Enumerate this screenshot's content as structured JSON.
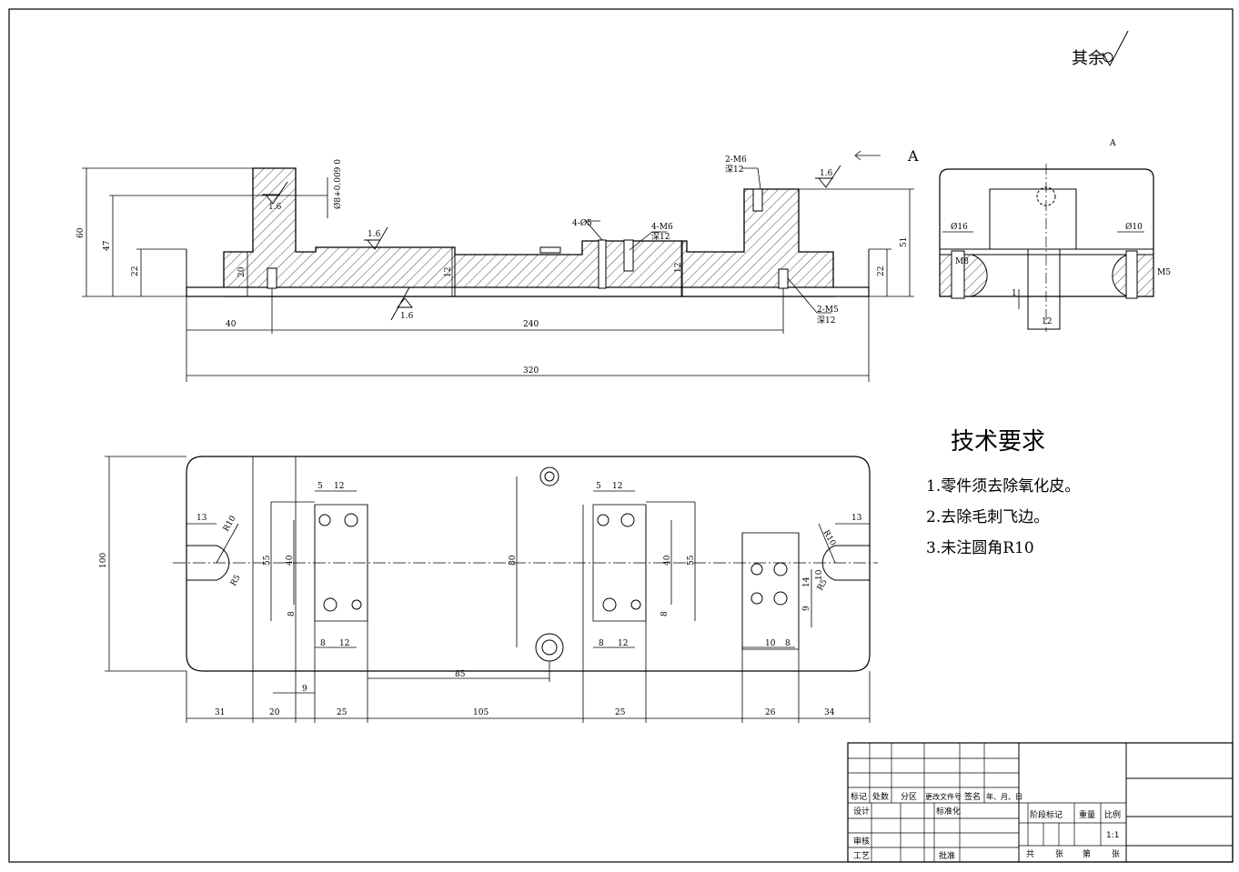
{
  "surface_note": "其余",
  "section_label": "A",
  "view_arrow_label": "A",
  "roughness": "1.6",
  "front_view": {
    "callouts": {
      "m6_top": [
        "2-M6",
        "深12"
      ],
      "holes_d5": "4-Ø5",
      "m6_mid": [
        "4-M6",
        "深12"
      ],
      "m5_bottom": [
        "2-M5",
        "深12"
      ]
    },
    "dims": {
      "h60": "60",
      "h47": "47",
      "h22_left": "22",
      "h22_right": "22",
      "h51": "51",
      "slot": "Ø8+0.009 0",
      "w40": "40",
      "w240": "240",
      "w320": "320",
      "small_20": "20",
      "small_12a": "12",
      "small_12b": "12"
    }
  },
  "side_view": {
    "dims": {
      "d16": "Ø16",
      "d10": "Ø10",
      "m8": "M8",
      "m5": "M5",
      "w12": "12",
      "h1": "1"
    }
  },
  "top_view": {
    "dims": {
      "h100": "100",
      "r10_left": "R10",
      "r10_right": "R10",
      "r5_left": "R5",
      "r5_right": "R5",
      "w13_left": "13",
      "w13_right": "13",
      "w5a": "5",
      "w12a": "12",
      "w5b": "5",
      "w12b": "12",
      "h55a": "55",
      "h40a": "40",
      "h80": "80",
      "h40b": "40",
      "h55b": "55",
      "h8a": "8",
      "h8b": "8",
      "h14": "14",
      "h10": "10",
      "h9": "9",
      "w8a": "8",
      "w12c": "12",
      "w8b": "8",
      "w12d": "12",
      "w10": "10",
      "w8c": "8",
      "w85": "85",
      "w9": "9",
      "b31": "31",
      "b20": "20",
      "b25a": "25",
      "b105": "105",
      "b25b": "25",
      "b26": "26",
      "b34": "34"
    }
  },
  "tech_requirements": {
    "title": "技术要求",
    "items": [
      "1.零件须去除氧化皮。",
      "2.去除毛刺飞边。",
      "3.未注圆角R10"
    ]
  },
  "title_block": {
    "r1": [
      "标记",
      "处数",
      "分区",
      "更改文件号",
      "签名",
      "年、月、日"
    ],
    "design": "设计",
    "standard": "标准化",
    "stage": "阶段标记",
    "weight": "重量",
    "scale_label": "比例",
    "scale": "1:1",
    "review": "审核",
    "process": "工艺",
    "approve": "批准",
    "sheets": [
      "共",
      "张",
      "第",
      "张"
    ]
  }
}
